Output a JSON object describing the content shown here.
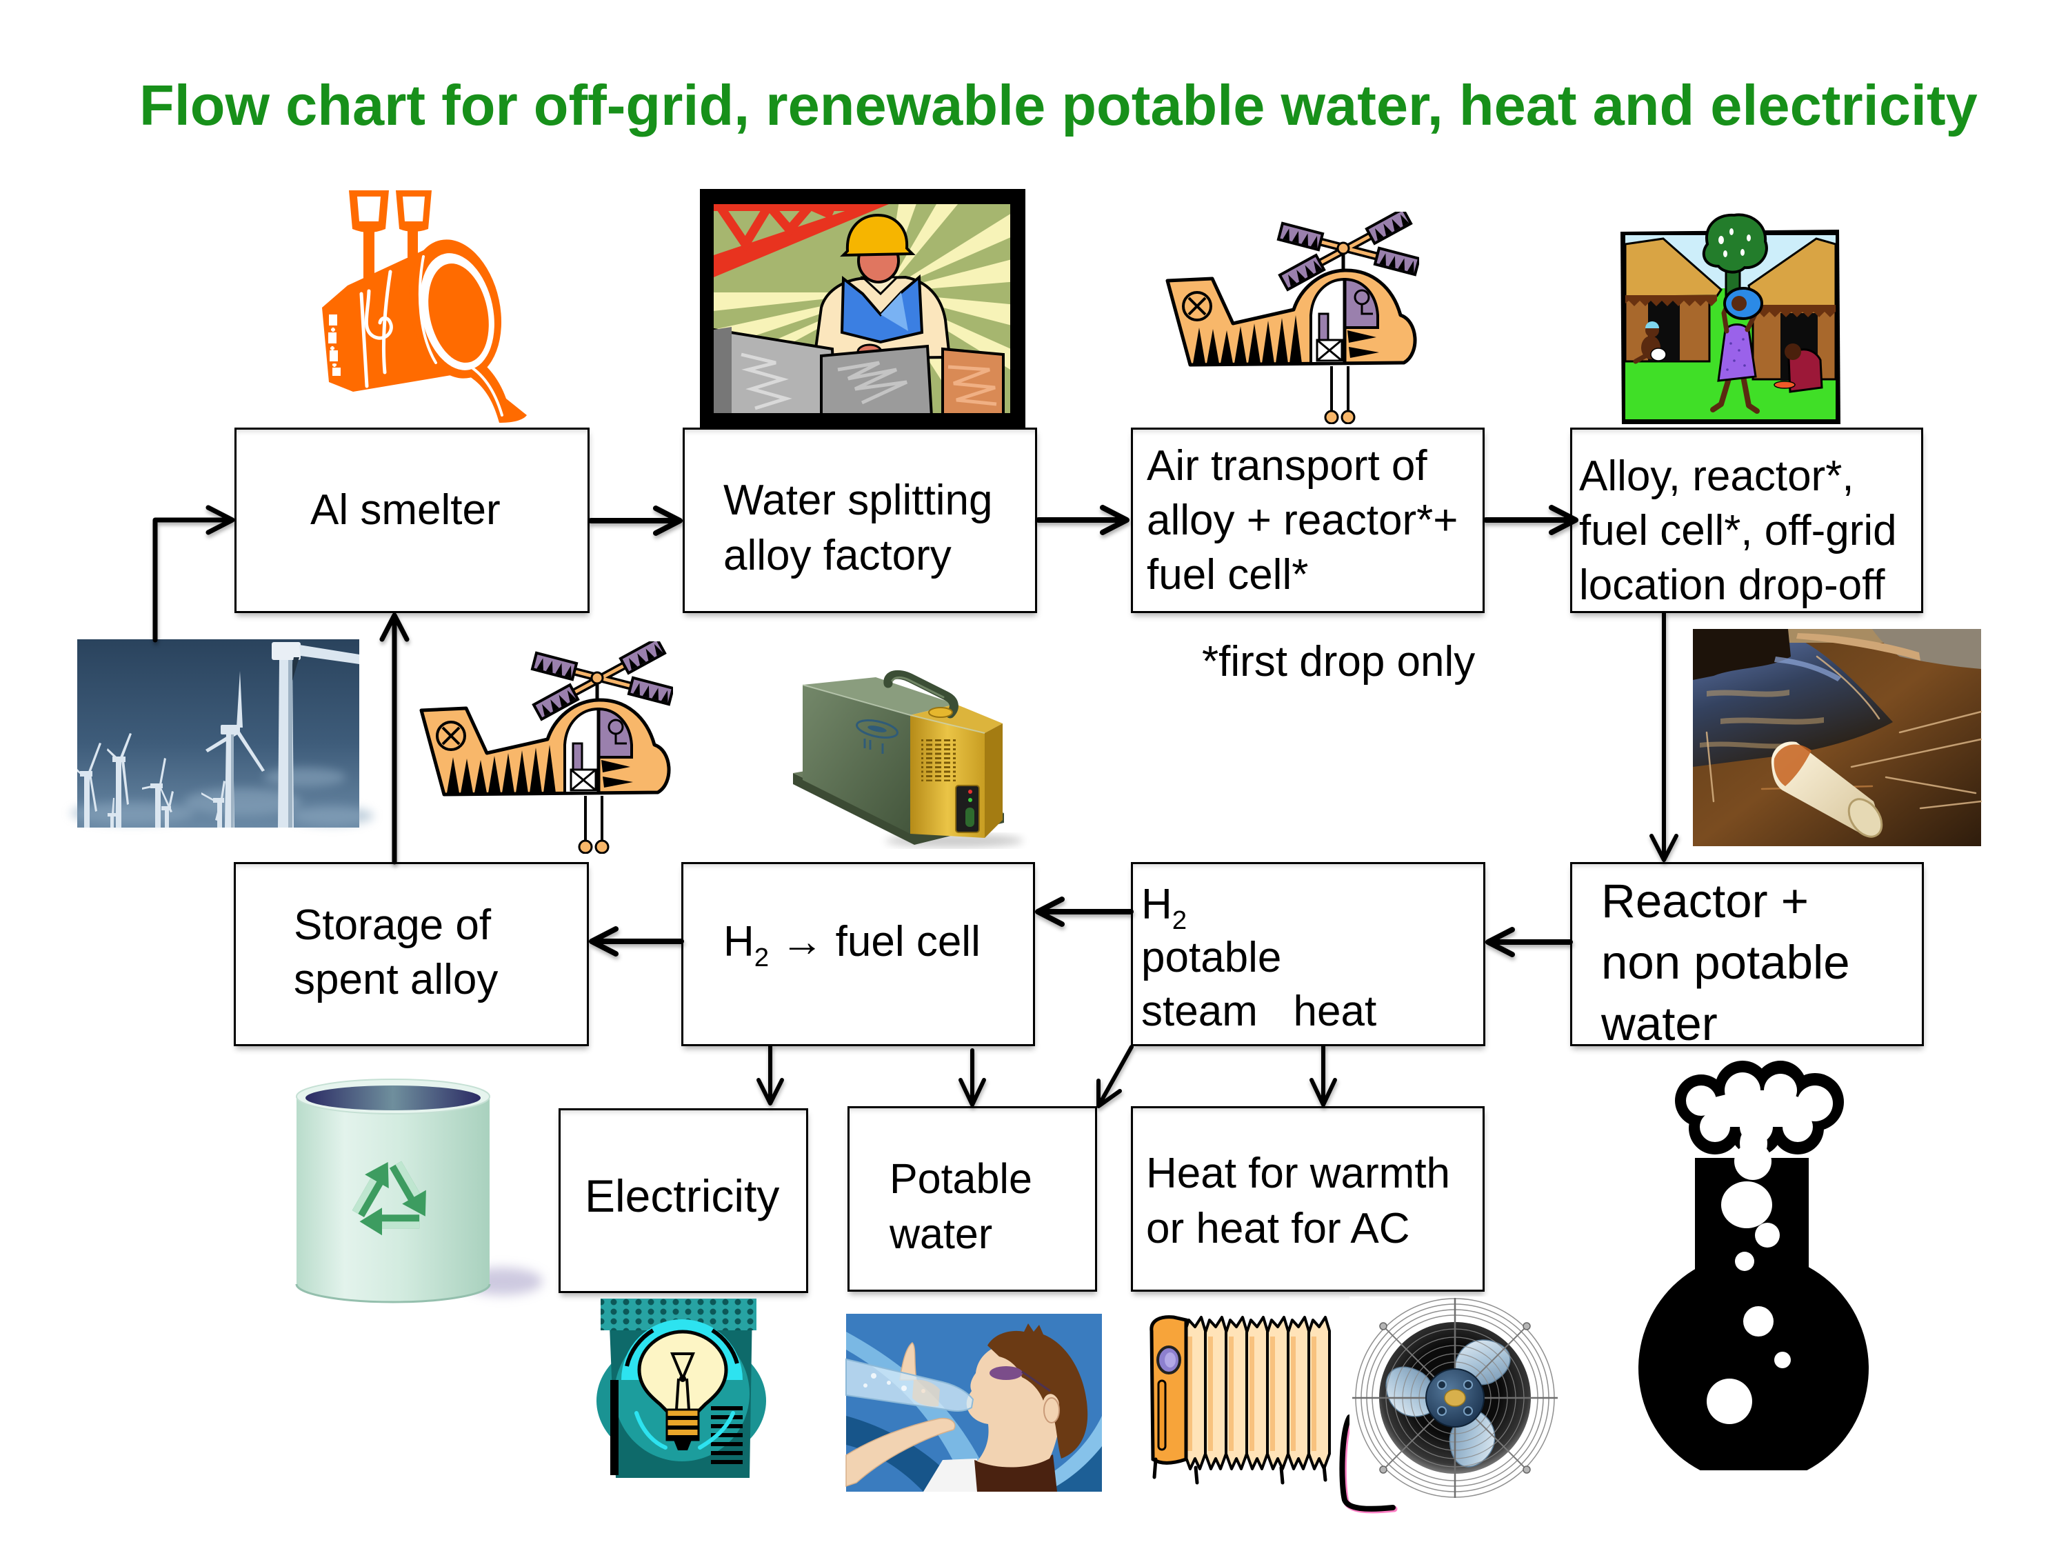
{
  "title": "Flow chart for off-grid, renewable potable water, heat and electricity",
  "colors": {
    "title": "#17901a",
    "box_border": "#000000",
    "arrow": "#000000",
    "text": "#000000",
    "background": "#ffffff"
  },
  "boxes": {
    "al_smelter": {
      "lines": [
        "Al smelter"
      ]
    },
    "water_splitting_factory": {
      "lines": [
        "Water splitting",
        "alloy factory"
      ]
    },
    "air_transport": {
      "lines": [
        "Air transport of",
        "alloy + reactor*+",
        "fuel cell*"
      ]
    },
    "drop_off": {
      "lines": [
        "Alloy, reactor*,",
        "fuel cell*, off-grid",
        "location drop-off"
      ]
    },
    "spent_alloy_storage": {
      "lines": [
        "Storage of",
        "spent alloy"
      ]
    },
    "fuel_cell": {
      "formula": {
        "base": "H",
        "subscript": "2"
      },
      "arrow": "→",
      "text": "fuel cell"
    },
    "reactor_outputs": {
      "formula": {
        "base": "H",
        "subscript": "2"
      },
      "lines": [
        "potable",
        "steam   heat"
      ]
    },
    "reactor": {
      "lines": [
        "Reactor +",
        "non potable",
        "water"
      ]
    },
    "electricity": {
      "lines": [
        "Electricity"
      ]
    },
    "potable_water": {
      "lines": [
        "Potable",
        "water"
      ]
    },
    "heat": {
      "lines": [
        "Heat for warmth",
        "or heat for AC"
      ]
    }
  },
  "footnote": "*first drop only",
  "illustrations": {
    "smelter": "molten-metal-ladle",
    "factory": "factory-worker",
    "air_transport": "helicopter",
    "village": "off-grid-village",
    "wind_power": "wind-turbines",
    "return_flight": "helicopter",
    "fuel_cell": "portable-fuel-cell-generator",
    "non_potable_water": "polluted-stream",
    "spent_alloy": "recycle-bin",
    "electricity": "light-bulb",
    "potable_water": "person-drinking-water",
    "warmth": "radiator-heater",
    "air_conditioning": "cooling-fan",
    "reactor": "bubbling-flask"
  },
  "flows": [
    {
      "from": "wind_power",
      "to": "al_smelter"
    },
    {
      "from": "al_smelter",
      "to": "water_splitting_factory"
    },
    {
      "from": "water_splitting_factory",
      "to": "air_transport"
    },
    {
      "from": "air_transport",
      "to": "drop_off"
    },
    {
      "from": "drop_off",
      "to": "reactor"
    },
    {
      "from": "reactor",
      "to": "reactor_outputs"
    },
    {
      "from": "reactor_outputs",
      "to": "fuel_cell"
    },
    {
      "from": "reactor_outputs",
      "to": "potable_water"
    },
    {
      "from": "reactor_outputs",
      "to": "heat"
    },
    {
      "from": "fuel_cell",
      "to": "spent_alloy_storage"
    },
    {
      "from": "fuel_cell",
      "to": "electricity"
    },
    {
      "from": "fuel_cell",
      "to": "potable_water"
    },
    {
      "from": "spent_alloy_storage",
      "to": "al_smelter"
    }
  ]
}
